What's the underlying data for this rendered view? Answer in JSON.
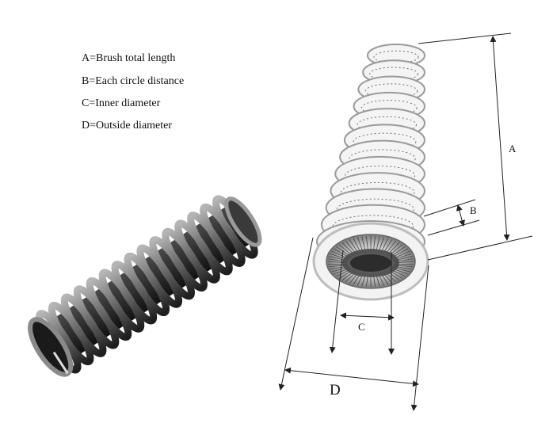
{
  "legend": {
    "a": "A=Brush total length",
    "b": "B=Each circle distance",
    "c": "C=Inner diameter",
    "d": "D=Outside diameter"
  },
  "dimensions": {
    "a": "A",
    "b": "B",
    "c": "C",
    "d": "D"
  },
  "colors": {
    "dark_brush_core": "#2a2a2a",
    "dark_brush_rim": "#8c8c8c",
    "light_brush_rim": "#e6e6e6",
    "bristle": "#555555",
    "dimension_line": "#222222"
  }
}
